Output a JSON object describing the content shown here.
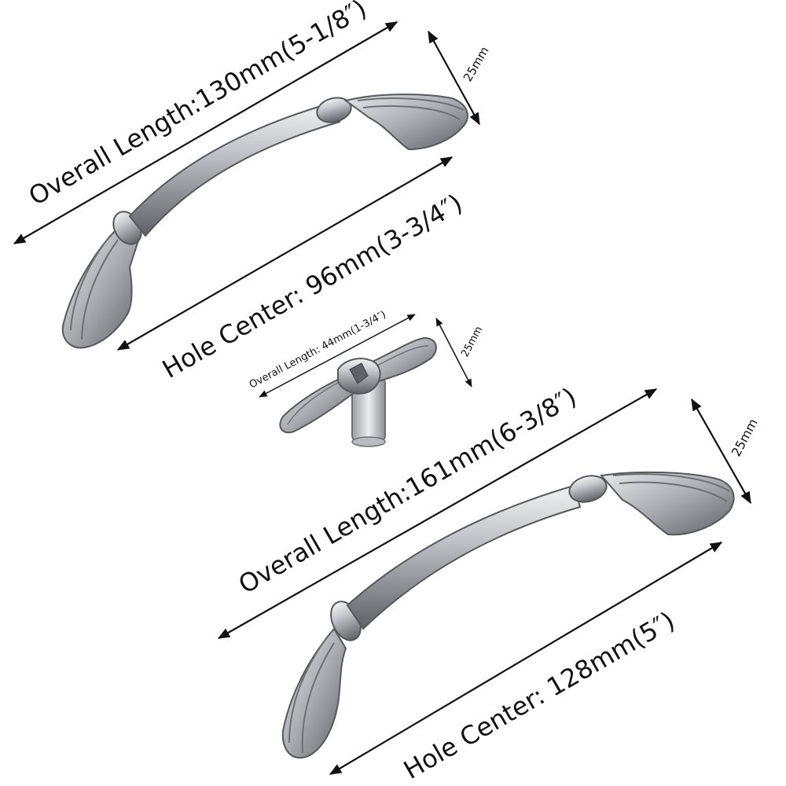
{
  "colors": {
    "background": "#ffffff",
    "ink": "#111111",
    "metal_dark": "#5e6166",
    "metal_mid": "#a9adb2",
    "metal_light": "#e6e8ea"
  },
  "labels": {
    "handle_small": {
      "overall_length": "Overall Length:130mm(5-1/8″)",
      "hole_center": "Hole Center: 96mm(3-3/4″)",
      "height": "25mm"
    },
    "knob": {
      "overall_length": "Overall Length: 44mm(1-3/4″)",
      "height": "25mm"
    },
    "handle_large": {
      "overall_length": "Overall Length:161mm(6-3/8″)",
      "hole_center": "Hole Center: 128mm(5″)",
      "height": "25mm"
    }
  }
}
